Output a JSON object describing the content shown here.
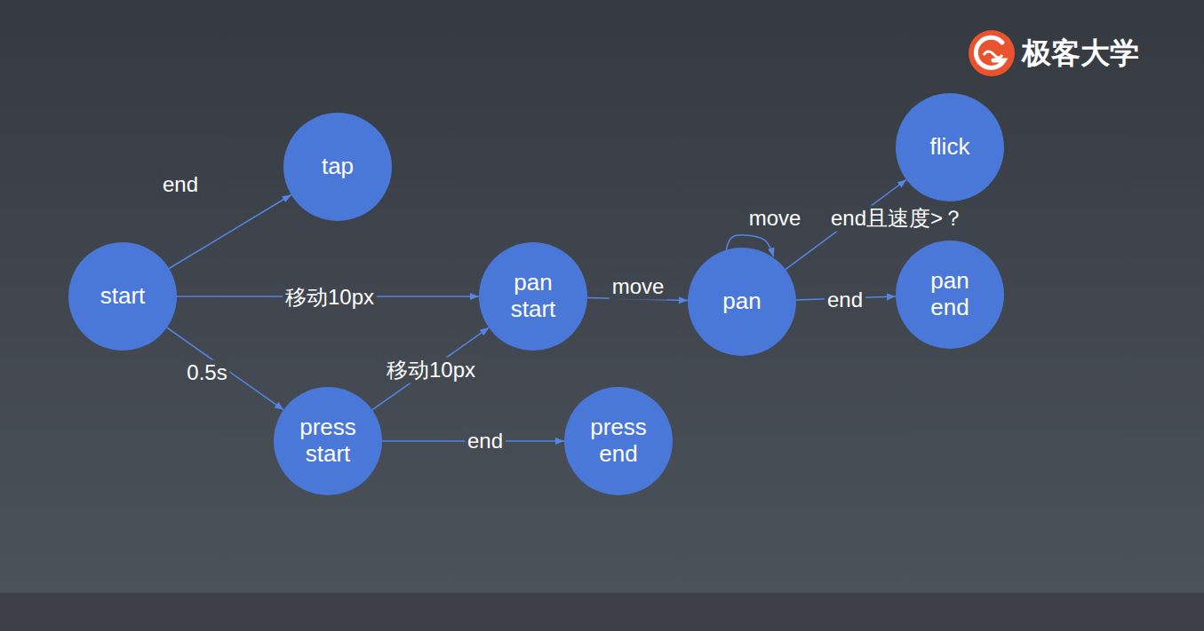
{
  "diagram": {
    "nodes": [
      {
        "text": [
          "tap"
        ]
      },
      {
        "text": [
          "flick"
        ]
      },
      {
        "text": [
          "start"
        ]
      },
      {
        "text": [
          "pan start"
        ]
      },
      {
        "text": [
          "pan"
        ]
      },
      {
        "text": [
          "pan end"
        ]
      },
      {
        "text": [
          "press start"
        ]
      },
      {
        "text": [
          "press end"
        ]
      }
    ],
    "edges": [
      {
        "from": 2,
        "to": 0,
        "label": "end",
        "arrow": "to"
      },
      {
        "from": 2,
        "to": 3,
        "label": "移动10px",
        "arrow": "to"
      },
      {
        "from": 2,
        "to": 6,
        "label": "0.5s",
        "arrow": "to"
      },
      {
        "from": 3,
        "to": 4,
        "label": "move",
        "arrow": "to"
      },
      {
        "from": 4,
        "to": 4,
        "label": "move",
        "arrow": "to"
      },
      {
        "from": 4,
        "to": 1,
        "label": "end且速度>？",
        "arrow": "to"
      },
      {
        "from": 4,
        "to": 5,
        "label": "end",
        "arrow": "to"
      },
      {
        "from": 6,
        "to": 3,
        "label": "移动10px",
        "arrow": "to"
      },
      {
        "from": 6,
        "to": 7,
        "label": "end",
        "arrow": "to"
      }
    ],
    "labels": [
      "极客大学"
    ]
  }
}
